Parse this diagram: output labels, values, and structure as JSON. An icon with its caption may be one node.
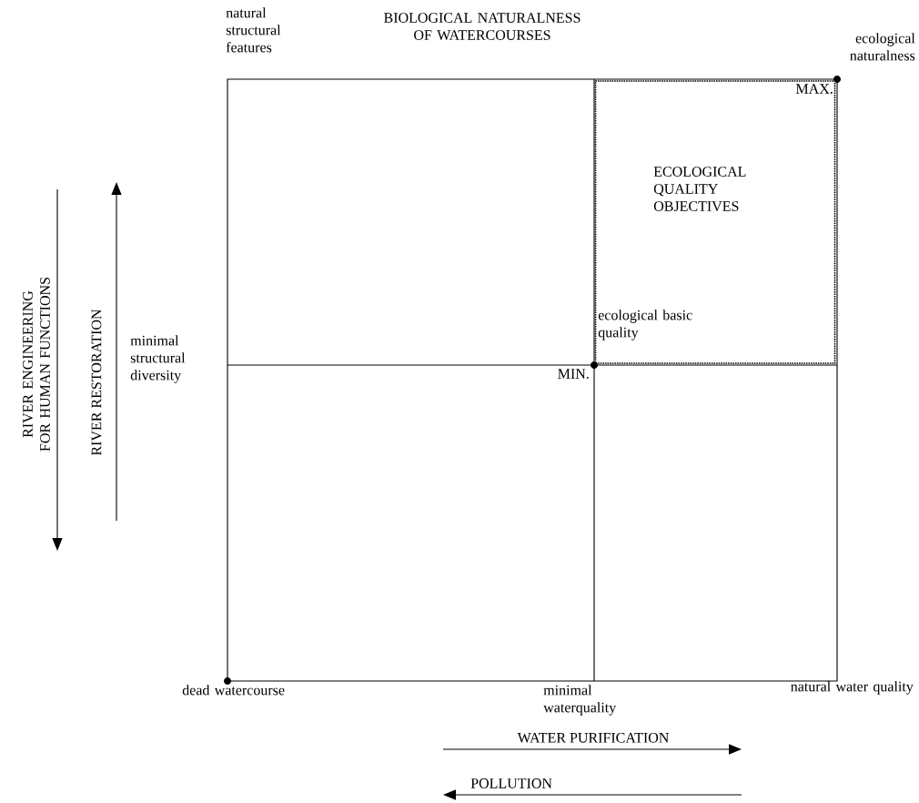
{
  "diagram": {
    "title": "BIOLOGICAL NATURALNESS OF WATERCOURSES",
    "nodes": [
      {
        "text": [
          "ECOLOGICAL QUALITY OBJECTIVES",
          "ecological basic quality"
        ]
      }
    ],
    "labels": [
      "natural structural features",
      "ecological naturalness",
      "MAX.",
      "minimal structural diversity",
      "MIN.",
      "dead watercourse",
      "minimal waterquality",
      "natural water quality",
      "WATER PURIFICATION",
      "POLLUTION",
      "RIVER ENGINEERING FOR HUMAN FUNCTIONS",
      "RIVER RESTORATION"
    ]
  }
}
